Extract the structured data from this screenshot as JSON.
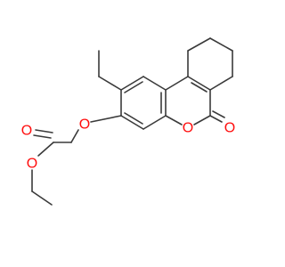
{
  "molecule": {
    "atom_labels": {
      "o_ring": "O",
      "o_carbonyl": "O",
      "o_ether": "O",
      "o_ester_carbonyl": "O",
      "o_ester": "O"
    }
  },
  "colors": {
    "bond": "#3a3a3a",
    "oxygen": "#ff0d0d",
    "background": "#ffffff"
  }
}
